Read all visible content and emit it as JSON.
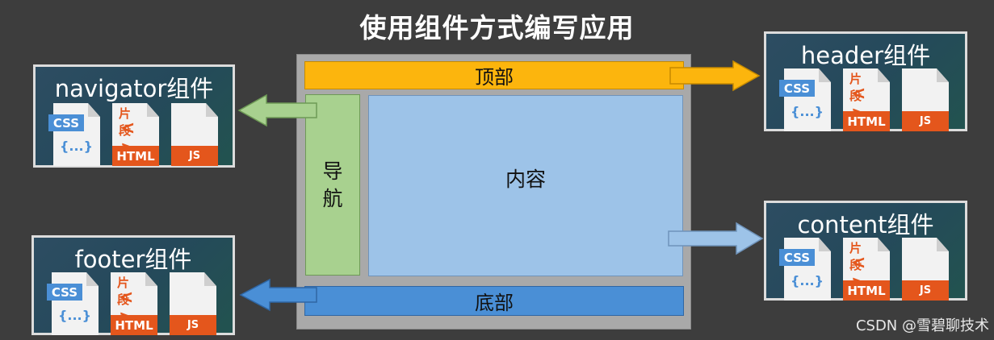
{
  "title": "使用组件方式编写应用",
  "layout": {
    "header": "顶部",
    "nav": "导航",
    "content": "内容",
    "footer": "底部"
  },
  "components": {
    "navigator": "navigator组件",
    "header": "header组件",
    "content": "content组件",
    "footer": "footer组件"
  },
  "icon_labels": {
    "css": "CSS",
    "braces": "{...}",
    "fragment": "片段",
    "fragment_code": "< >",
    "html": "HTML",
    "js": "JS"
  },
  "watermark": "CSDN @雪碧聊技术",
  "colors": {
    "header": "#fcb50d",
    "nav": "#a8d18f",
    "content": "#9dc3e8",
    "footer": "#4a8fd6",
    "html_orange": "#e4561c",
    "css_blue": "#4a8fd6"
  }
}
